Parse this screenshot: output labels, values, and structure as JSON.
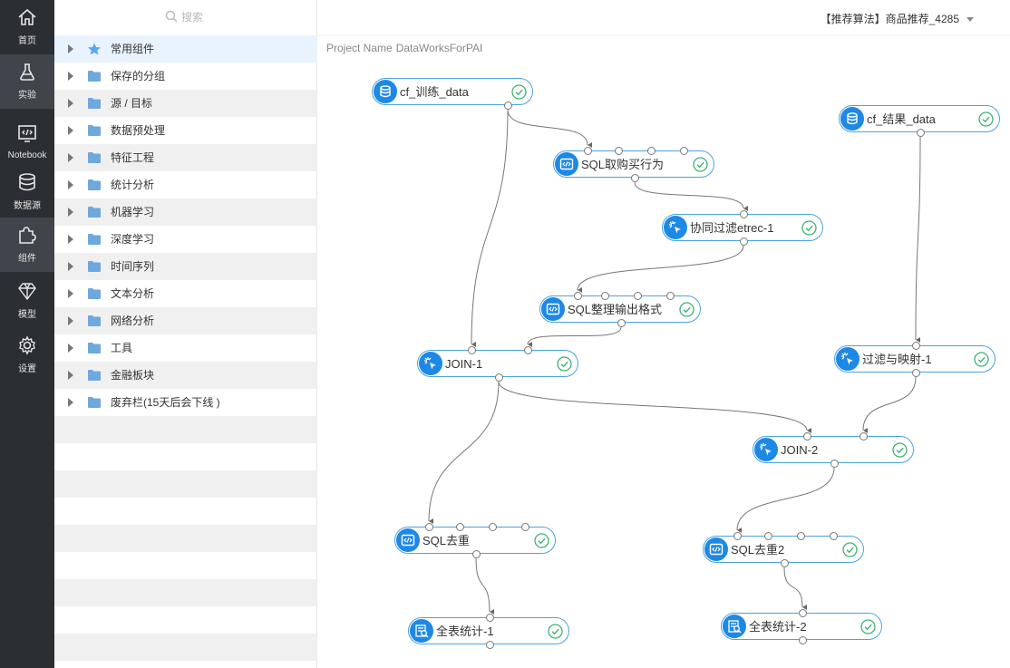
{
  "nav": {
    "items": [
      {
        "label": "首页",
        "icon": "home-icon"
      },
      {
        "label": "实验",
        "icon": "flask-icon"
      },
      {
        "label": "Notebook",
        "icon": "code-icon"
      },
      {
        "label": "数据源",
        "icon": "database-icon"
      },
      {
        "label": "组件",
        "icon": "puzzle-icon"
      },
      {
        "label": "模型",
        "icon": "diamond-icon"
      },
      {
        "label": "设置",
        "icon": "gear-icon"
      }
    ]
  },
  "search": {
    "placeholder": "搜索"
  },
  "tree": {
    "items": [
      {
        "label": "常用组件",
        "icon": "star-icon"
      },
      {
        "label": "保存的分组",
        "icon": "folder-icon"
      },
      {
        "label": "源 / 目标",
        "icon": "folder-icon"
      },
      {
        "label": "数据预处理",
        "icon": "folder-icon"
      },
      {
        "label": "特征工程",
        "icon": "folder-icon"
      },
      {
        "label": "统计分析",
        "icon": "folder-icon"
      },
      {
        "label": "机器学习",
        "icon": "folder-icon"
      },
      {
        "label": "深度学习",
        "icon": "folder-icon"
      },
      {
        "label": "时间序列",
        "icon": "folder-icon"
      },
      {
        "label": "文本分析",
        "icon": "folder-icon"
      },
      {
        "label": "网络分析",
        "icon": "folder-icon"
      },
      {
        "label": "工具",
        "icon": "folder-icon"
      },
      {
        "label": "金融板块",
        "icon": "folder-icon"
      },
      {
        "label": "废弃栏(15天后会下线 )",
        "icon": "folder-icon"
      }
    ]
  },
  "header": {
    "experiment": "【推荐算法】商品推荐_4285",
    "project_label": "Project Name",
    "project_value": "DataWorksForPAI"
  },
  "canvas": {
    "nodes": [
      {
        "id": "cf_train",
        "label": "cf_训练_data",
        "type": "data",
        "status": "success"
      },
      {
        "id": "cf_result",
        "label": "cf_结果_data",
        "type": "data",
        "status": "success"
      },
      {
        "id": "sql_buy",
        "label": "SQL取购买行为",
        "type": "sql",
        "status": "success"
      },
      {
        "id": "etrec",
        "label": "协同过滤etrec-1",
        "type": "algo",
        "status": "success"
      },
      {
        "id": "sql_fmt",
        "label": "SQL整理输出格式",
        "type": "sql",
        "status": "success"
      },
      {
        "id": "join1",
        "label": "JOIN-1",
        "type": "algo",
        "status": "success"
      },
      {
        "id": "filter",
        "label": "过滤与映射-1",
        "type": "algo",
        "status": "success"
      },
      {
        "id": "join2",
        "label": "JOIN-2",
        "type": "algo",
        "status": "success"
      },
      {
        "id": "sql_dedup",
        "label": "SQL去重",
        "type": "sql",
        "status": "success"
      },
      {
        "id": "sql_dedup2",
        "label": "SQL去重2",
        "type": "sql",
        "status": "success"
      },
      {
        "id": "stats1",
        "label": "全表统计-1",
        "type": "stats",
        "status": "success"
      },
      {
        "id": "stats2",
        "label": "全表统计-2",
        "type": "stats",
        "status": "success"
      }
    ],
    "edges": [
      [
        "cf_train",
        "sql_buy"
      ],
      [
        "cf_train",
        "join1"
      ],
      [
        "sql_buy",
        "etrec"
      ],
      [
        "etrec",
        "sql_fmt"
      ],
      [
        "sql_fmt",
        "join1"
      ],
      [
        "cf_result",
        "filter"
      ],
      [
        "join1",
        "join2"
      ],
      [
        "filter",
        "join2"
      ],
      [
        "join1",
        "sql_dedup"
      ],
      [
        "join2",
        "sql_dedup2"
      ],
      [
        "sql_dedup",
        "stats1"
      ],
      [
        "sql_dedup2",
        "stats2"
      ]
    ]
  },
  "colors": {
    "sidebar_bg": "#2b2e33",
    "node_border": "#4aa3df",
    "node_icon_bg": "#1e88e5",
    "status_success": "#3cb371",
    "folder": "#6fa8dc",
    "star": "#5aa7e8"
  }
}
